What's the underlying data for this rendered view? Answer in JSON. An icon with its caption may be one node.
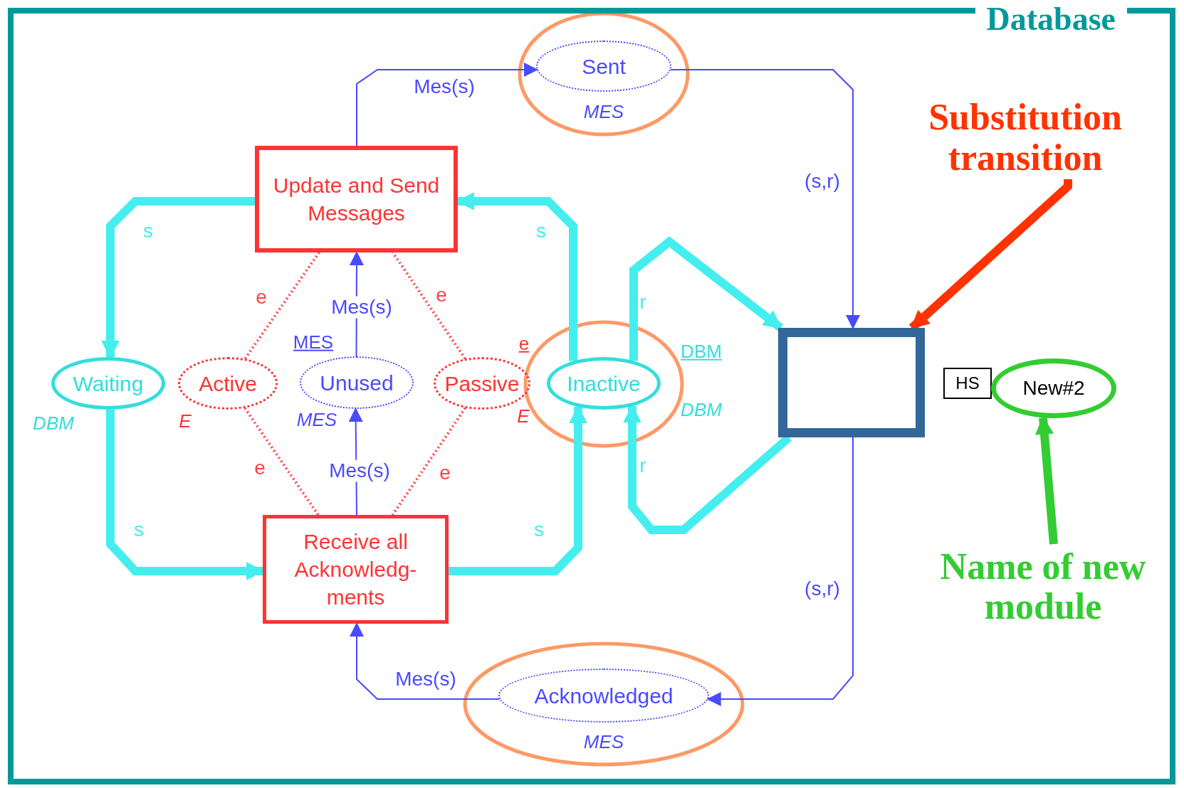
{
  "diagram": {
    "nodes": [
      {
        "text": [
          "Database"
        ]
      },
      {
        "text": [
          "Sent"
        ],
        "beside": [
          "MES"
        ],
        "in": 0
      },
      {
        "text": [
          "Update and Send Messages"
        ],
        "in": 0
      },
      {
        "text": [
          "Waiting"
        ],
        "beside": [
          "DBM"
        ],
        "in": 0
      },
      {
        "text": [
          "Active"
        ],
        "beside": [
          "E"
        ],
        "in": 0
      },
      {
        "text": [
          "Unused"
        ],
        "beside": [
          "MES",
          "MES"
        ],
        "in": 0
      },
      {
        "text": [
          "Passive"
        ],
        "beside": [
          "e",
          "E"
        ],
        "in": 0
      },
      {
        "text": [
          "Inactive"
        ],
        "beside": [
          "DBM",
          "DBM"
        ],
        "in": 0
      },
      {
        "text": [],
        "shape": "box",
        "in": 0
      },
      {
        "text": [
          "HS"
        ],
        "in": 0
      },
      {
        "text": [
          "New#2"
        ],
        "in": 0
      },
      {
        "text": [
          "Receive all Acknowledg- ments"
        ],
        "in": 0
      },
      {
        "text": [
          "Acknowledged"
        ],
        "beside": [
          "MES"
        ],
        "in": 0
      },
      {
        "text": [
          "Substitution transition"
        ],
        "in": 0
      },
      {
        "text": [
          "Name of new module"
        ],
        "in": 0
      }
    ],
    "edges": [
      {
        "from": 2,
        "to": 1,
        "arrow": "to",
        "label": "Mes(s)"
      },
      {
        "from": 1,
        "to": 8,
        "arrow": "to",
        "label": "(s,r)"
      },
      {
        "from": 8,
        "to": 12,
        "arrow": "to",
        "label": "(s,r)"
      },
      {
        "from": 12,
        "to": 11,
        "arrow": "to",
        "label": "Mes(s)"
      },
      {
        "from": 5,
        "to": 2,
        "arrow": "to",
        "label": "Mes(s)"
      },
      {
        "from": 11,
        "to": 5,
        "arrow": "to",
        "label": "Mes(s)"
      },
      {
        "from": 2,
        "to": 3,
        "arrow": "to",
        "label": "s",
        "style": "thick",
        "color": "#44eeee"
      },
      {
        "from": 3,
        "to": 11,
        "arrow": "to",
        "label": "s",
        "style": "thick",
        "color": "#44eeee"
      },
      {
        "from": 11,
        "to": 7,
        "arrow": "to",
        "label": "s",
        "style": "thick",
        "color": "#44eeee"
      },
      {
        "from": 7,
        "to": 2,
        "arrow": "to",
        "label": "s",
        "style": "thick",
        "color": "#44eeee"
      },
      {
        "from": 7,
        "to": 8,
        "arrow": "to",
        "label": "r",
        "style": "thick",
        "color": "#44eeee"
      },
      {
        "from": 8,
        "to": 7,
        "arrow": "to",
        "label": "r",
        "style": "thick",
        "color": "#44eeee"
      },
      {
        "from": 4,
        "to": 2,
        "arrow": "none",
        "label": "e",
        "style": "dashed",
        "color": "#ff4444"
      },
      {
        "from": 6,
        "to": 2,
        "arrow": "none",
        "label": "e",
        "style": "dashed",
        "color": "#ff4444"
      },
      {
        "from": 4,
        "to": 11,
        "arrow": "none",
        "label": "e",
        "style": "dashed",
        "color": "#ff4444"
      },
      {
        "from": 6,
        "to": 11,
        "arrow": "none",
        "label": "e",
        "style": "dashed",
        "color": "#ff4444"
      },
      {
        "from": 13,
        "to": 8,
        "arrow": "to",
        "style": "thick",
        "color": "#ff3300"
      },
      {
        "from": 14,
        "to": 10,
        "arrow": "to",
        "style": "thick",
        "color": "#33cc33"
      }
    ]
  }
}
